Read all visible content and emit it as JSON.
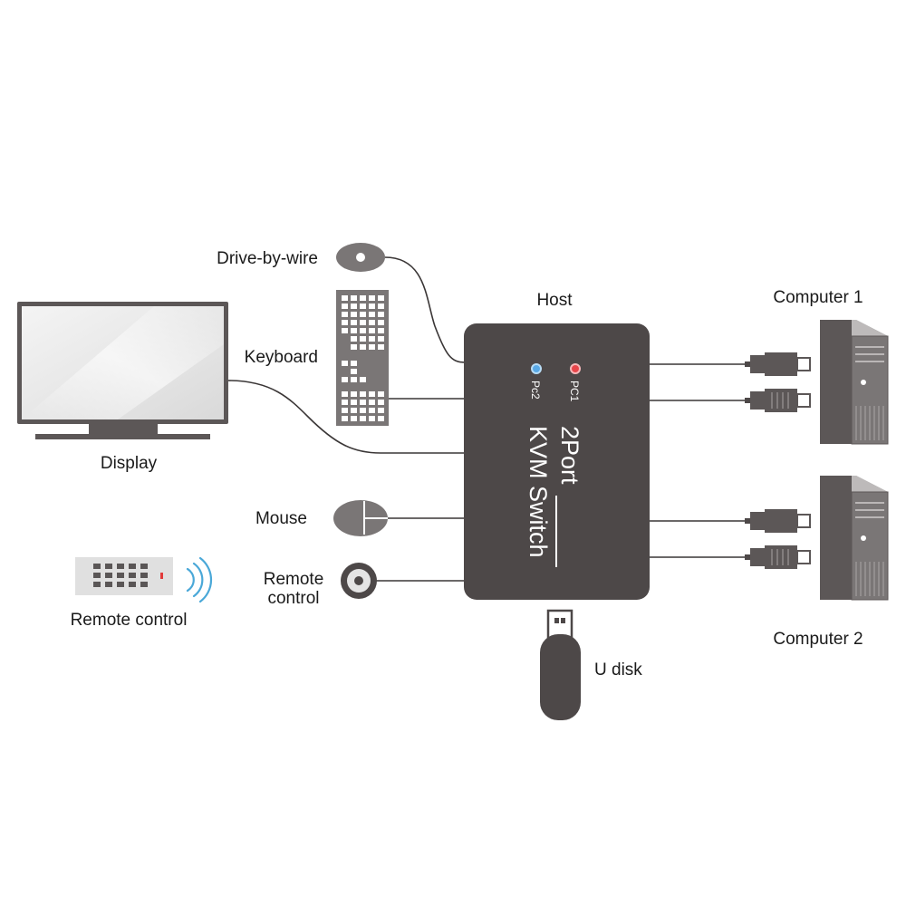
{
  "labels": {
    "drive_by_wire": "Drive-by-wire",
    "keyboard": "Keyboard",
    "display": "Display",
    "mouse": "Mouse",
    "remote_control_short_line1": "Remote",
    "remote_control_short_line2": "control",
    "remote_control": "Remote control",
    "host": "Host",
    "computer1": "Computer 1",
    "computer2": "Computer 2",
    "u_disk": "U disk"
  },
  "switch": {
    "title_line1": "2Port",
    "title_line2": "KVM Switch",
    "led_pc1": "PC1",
    "led_pc2": "Pc2"
  },
  "colors": {
    "device_body": "#4d4848",
    "led_pc1": "#e8454a",
    "led_pc2": "#59a9e6",
    "wifi_arcs": "#4aa8d8",
    "remote_indicator": "#e23b3b"
  },
  "icons": {
    "display": "monitor-icon",
    "keyboard": "keyboard-icon",
    "drive_by_wire": "drive-icon",
    "mouse": "mouse-icon",
    "remote_receiver": "receiver-icon",
    "remote": "remote-icon",
    "wireless": "wireless-signal-icon",
    "computer": "tower-pc-icon",
    "usb_plug": "usb-plug-icon",
    "u_disk": "usb-drive-icon"
  }
}
